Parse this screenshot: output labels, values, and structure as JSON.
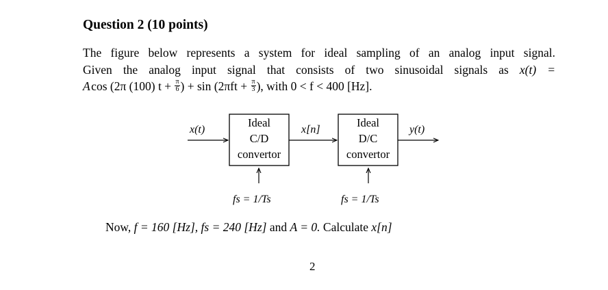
{
  "question": {
    "title": "Question 2 (10 points)"
  },
  "paragraph": {
    "line1": "The figure below represents a system for ideal sampling of an analog input signal.",
    "line2_text": "Given the analog input signal that consists of two sinusoidal signals as",
    "line2_math": "x(t) =",
    "line3": {
      "amp": "A",
      "cos": "cos",
      "pi_frac_num": "π",
      "frac1_den": "6",
      "frac2_den": "3",
      "sin": "sin",
      "inner1": "(2π (100) t + ",
      "inner2": "(2πft + ",
      "with_text": ", with 0 < f < 400 [Hz]."
    }
  },
  "diagram": {
    "input_label": "x(t)",
    "mid_label": "x[n]",
    "output_label": "y(t)",
    "box1": {
      "line1": "Ideal",
      "line2": "C/D",
      "line3": "convertor"
    },
    "box2": {
      "line1": "Ideal",
      "line2": "D/C",
      "line3": "convertor"
    },
    "fs1_label": "fs = 1/Ts",
    "fs2_label": "fs = 1/Ts"
  },
  "bottom": {
    "now": "Now,",
    "f_eq": "f = 160 [Hz],",
    "fs_eq": "fs = 240 [Hz]",
    "and": "and",
    "a_eq": "A = 0.",
    "calc": "Calculate",
    "xn": "x[n]"
  },
  "page_number": "2"
}
